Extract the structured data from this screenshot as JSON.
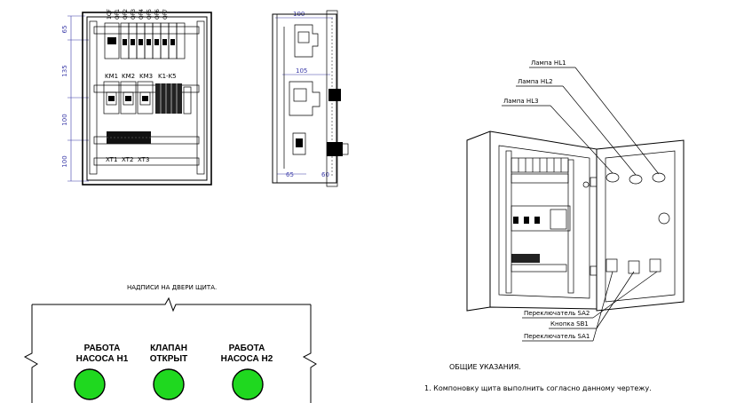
{
  "front_view": {
    "breakers": [
      "1QF",
      "QF1",
      "QF2",
      "QF3",
      "QF4",
      "QF5",
      "QF6",
      "QF7"
    ],
    "contactors": [
      "KM1",
      "KM2",
      "KM3",
      "K1-K5"
    ],
    "terminals": [
      "XT1",
      "XT2",
      "XT3"
    ],
    "dimensions": [
      "65",
      "135",
      "100",
      "100"
    ]
  },
  "side_view": {
    "dimensions": [
      "100",
      "105",
      "65",
      "60"
    ]
  },
  "iso_view": {
    "callouts_top": [
      "Лампа HL1",
      "Лампа HL2",
      "Лампа HL3"
    ],
    "callouts_bottom": [
      "Переключатель SA2",
      "Кнопка SB1",
      "Переключатель SA1"
    ]
  },
  "door_labels": {
    "title": "НАДПИСИ НА ДВЕРИ ЩИТА.",
    "items": [
      {
        "line1": "РАБОТА",
        "line2": "НАСОСА Н1"
      },
      {
        "line1": "КЛАПАН",
        "line2": "ОТКРЫТ"
      },
      {
        "line1": "РАБОТА",
        "line2": "НАСОСА Н2"
      }
    ],
    "lamp_color": "#1fd81f"
  },
  "notes": {
    "title": "ОБЩИЕ УКАЗАНИЯ.",
    "items": [
      "1. Компоновку щита выполнить согласно данному чертежу."
    ]
  }
}
